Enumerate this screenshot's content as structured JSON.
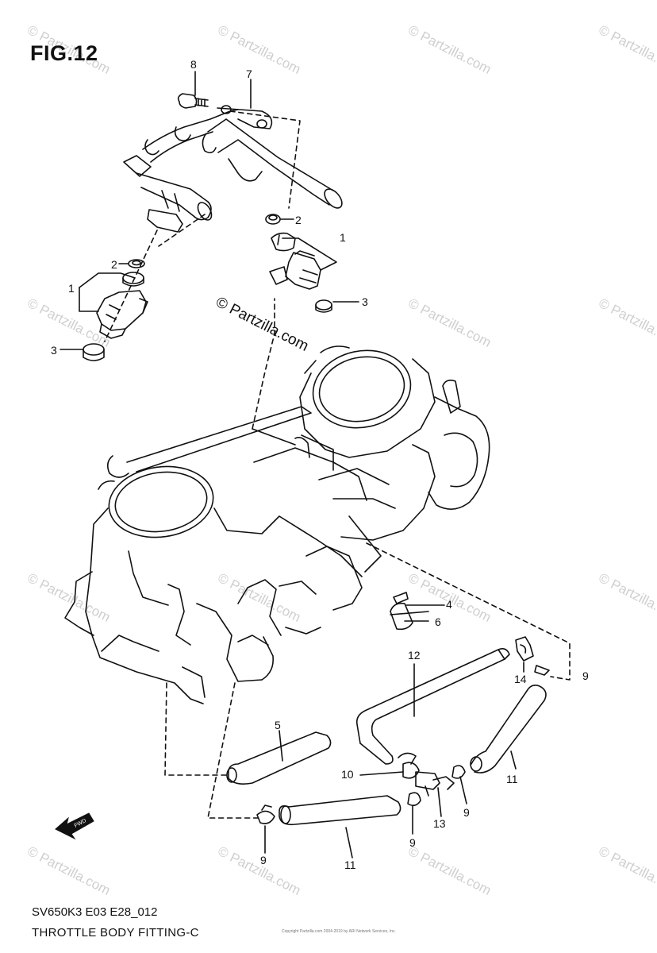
{
  "figure": {
    "title": "FIG.12",
    "code": "SV650K3 E03 E28_012",
    "subtitle": "THROTTLE BODY FITTING-C",
    "brand": "© Partzilla.com",
    "watermark": "© Partzilla.com",
    "copyright": "Copyright Partzilla.com 2004-2019 by ARI Network Services, Inc.",
    "fwd_label": "FWD"
  },
  "callouts": [
    {
      "id": "c8",
      "label": "8"
    },
    {
      "id": "c7",
      "label": "7"
    },
    {
      "id": "c2r",
      "label": "2"
    },
    {
      "id": "c1r",
      "label": "1"
    },
    {
      "id": "c2l",
      "label": "2"
    },
    {
      "id": "c1l",
      "label": "1"
    },
    {
      "id": "c3r",
      "label": "3"
    },
    {
      "id": "c3l",
      "label": "3"
    },
    {
      "id": "c4",
      "label": "4"
    },
    {
      "id": "c6",
      "label": "6"
    },
    {
      "id": "c12",
      "label": "12"
    },
    {
      "id": "c9a",
      "label": "9"
    },
    {
      "id": "c14",
      "label": "14"
    },
    {
      "id": "c5",
      "label": "5"
    },
    {
      "id": "c10",
      "label": "10"
    },
    {
      "id": "c11a",
      "label": "11"
    },
    {
      "id": "c9b",
      "label": "9"
    },
    {
      "id": "c13",
      "label": "13"
    },
    {
      "id": "c9c",
      "label": "9"
    },
    {
      "id": "c9d",
      "label": "9"
    },
    {
      "id": "c11b",
      "label": "11"
    }
  ],
  "colors": {
    "ink": "#111111",
    "watermark": "#cfcfcf",
    "background": "#ffffff"
  }
}
